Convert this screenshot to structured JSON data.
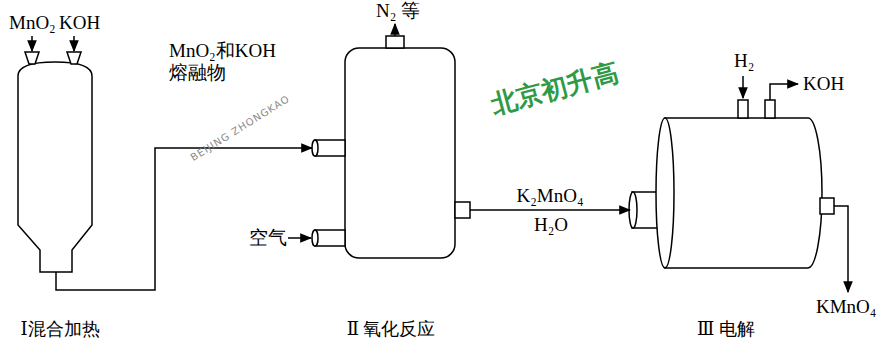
{
  "diagram": {
    "nodes": [
      {
        "text": [
          "Ⅰ混合加热"
        ]
      },
      {
        "text": [
          "Ⅱ 氧化反应"
        ]
      },
      {
        "text": [
          "Ⅲ 电解"
        ]
      }
    ],
    "edges": [
      {
        "from": 0,
        "to": 1,
        "label": "MnO₂和KOH 熔融物",
        "arrow": "to"
      },
      {
        "from": 1,
        "to": 2,
        "label": "K₂MnO₄",
        "arrow": "to"
      }
    ],
    "labels": [
      "MnO₂",
      "KOH",
      "N₂ 等",
      "空气",
      "H₂O",
      "H₂",
      "KOH",
      "KMnO₄",
      "BEIJING ZHONGKAO",
      "北京初升高"
    ]
  }
}
